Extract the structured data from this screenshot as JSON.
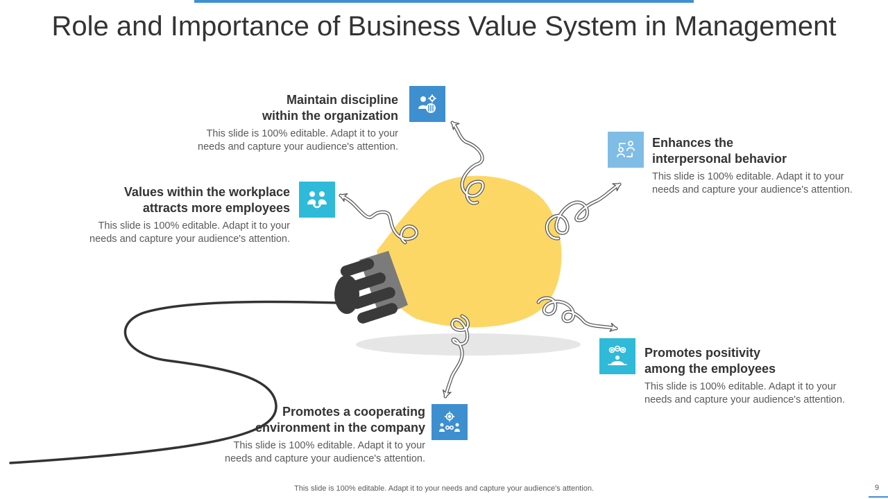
{
  "title": "Role and Importance of Business Value System in Management",
  "colors": {
    "accent_blue": "#3e8fd0",
    "light_blue": "#7fbde6",
    "cyan": "#2fbad9",
    "bulb_yellow": "#fdd766",
    "dark_gray": "#404040"
  },
  "items": [
    {
      "heading_line1": "Maintain discipline",
      "heading_line2": "within the organization",
      "desc_line1": "This slide is 100% editable. Adapt it to your",
      "desc_line2": "needs and capture your audience's attention.",
      "icon": "team-settings-icon",
      "color": "#3e8fd0"
    },
    {
      "heading_line1": "Enhances the",
      "heading_line2": "interpersonal behavior",
      "desc_line1": "This slide is 100% editable. Adapt it to your",
      "desc_line2": "needs and capture your audience's attention.",
      "icon": "interaction-icon",
      "color": "#7fbde6"
    },
    {
      "heading_line1": "Values within the workplace",
      "heading_line2": "attracts more employees",
      "desc_line1": "This slide is 100% editable. Adapt it to your",
      "desc_line2": "needs and capture your audience's attention.",
      "icon": "employees-icon",
      "color": "#2fbad9"
    },
    {
      "heading_line1": "Promotes positivity",
      "heading_line2": "among the employees",
      "desc_line1": "This slide is 100% editable. Adapt it to your",
      "desc_line2": "needs and capture your audience's attention.",
      "icon": "positivity-icon",
      "color": "#2fbad9"
    },
    {
      "heading_line1": "Promotes a cooperating",
      "heading_line2": "environment in the company",
      "desc_line1": "This slide is 100% editable. Adapt it to your",
      "desc_line2": "needs and capture your audience's attention.",
      "icon": "cooperation-icon",
      "color": "#3e8fd0"
    }
  ],
  "footer": "This slide is 100% editable. Adapt it to your needs and capture your audience's attention.",
  "page_number": "9"
}
